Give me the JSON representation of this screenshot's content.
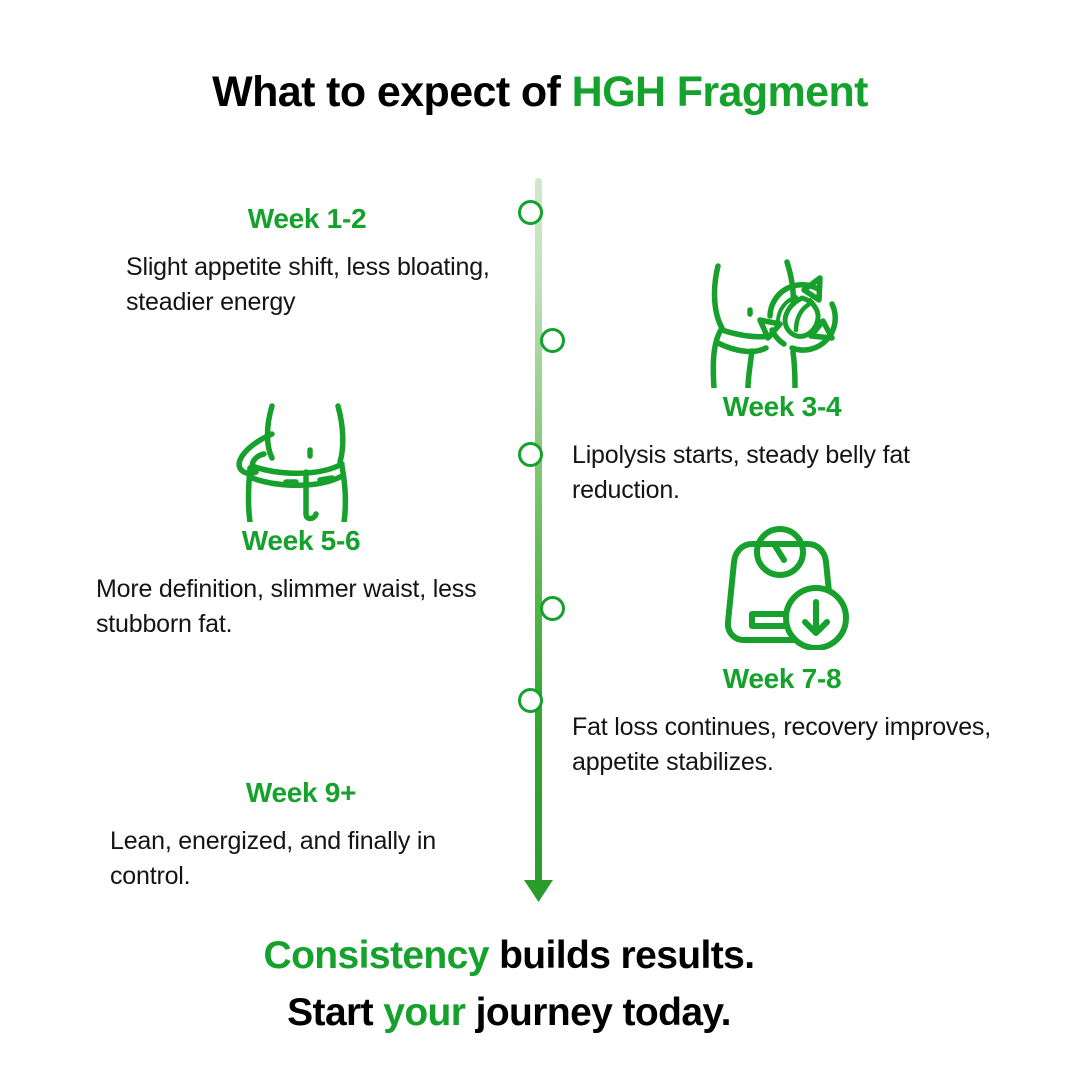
{
  "title": {
    "lead": "What to expect of ",
    "accent": "HGH Fragment"
  },
  "timeline": {
    "line_color_top": "#cfe9c9",
    "line_color_bottom": "#2a9c2c",
    "accent_color": "#14A12C",
    "arrow_icon": "down-arrow-icon",
    "milestones": [
      {
        "id": "week-1-2",
        "week": "Week 1-2",
        "desc": "Slight appetite shift, less bloating, steadier energy",
        "side": "left",
        "icon": null
      },
      {
        "id": "week-3-4",
        "week": "Week 3-4",
        "desc": "Lipolysis starts, steady belly fat reduction.",
        "side": "right",
        "icon": "body-metabolism-cycle-icon"
      },
      {
        "id": "week-5-6",
        "week": "Week 5-6",
        "desc": "More definition, slimmer waist, less stubborn fat.",
        "side": "left",
        "icon": "waist-measuring-tape-icon"
      },
      {
        "id": "week-7-8",
        "week": "Week 7-8",
        "desc": "Fat loss continues, recovery improves, appetite stabilizes.",
        "side": "right",
        "icon": "weight-scale-down-icon"
      },
      {
        "id": "week-9-plus",
        "week": "Week 9+",
        "desc": "Lean, energized, and finally in control.",
        "side": "left",
        "icon": null
      }
    ]
  },
  "footer": {
    "line1_accent": "Consistency",
    "line1_rest": " builds results.",
    "line2_lead": "Start ",
    "line2_accent": "your",
    "line2_rest": " journey today."
  }
}
